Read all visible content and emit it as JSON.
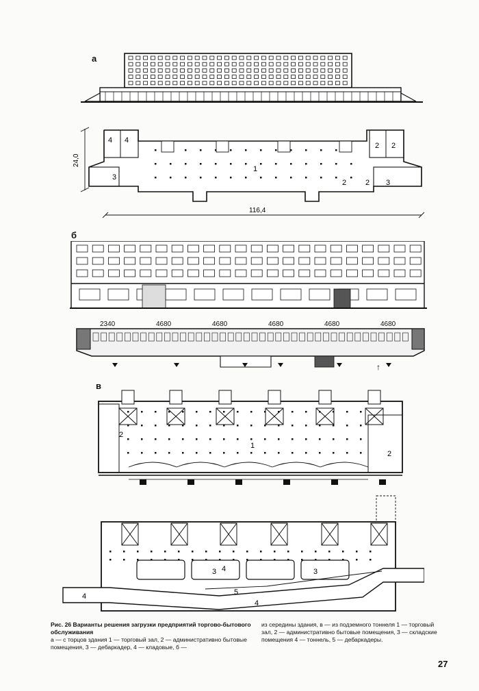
{
  "sections": {
    "a": {
      "letter": "а",
      "dim_height": "24,0",
      "dim_length": "116,4",
      "labels": [
        "4",
        "4",
        "3",
        "1",
        "2",
        "2",
        "2",
        "2",
        "3"
      ]
    },
    "b": {
      "letter": "б",
      "spans": [
        "2340",
        "4680",
        "4680",
        "4680",
        "4680",
        "4680"
      ]
    },
    "v": {
      "letter": "в",
      "labels_top": [
        "1",
        "2",
        "2"
      ],
      "labels_bottom": [
        "4",
        "3",
        "3",
        "5",
        "4",
        "4"
      ]
    }
  },
  "caption": {
    "title": "Рис. 26 Варианты решения загрузки предприятий торгово-бытового обслуживания",
    "left_text": "а — с торцов здания 1 — торговый зал, 2 — административно бытовые помещения, 3 — дебаркадер, 4 — кладовые, б —",
    "right_text": "из середины здания, в — из подземного тоннеля 1 — торговый зал, 2 — административно бытовые помещения, 3 — складские помещения 4 — тоннель, 5 — дебаркадеры."
  },
  "page_number": "27"
}
